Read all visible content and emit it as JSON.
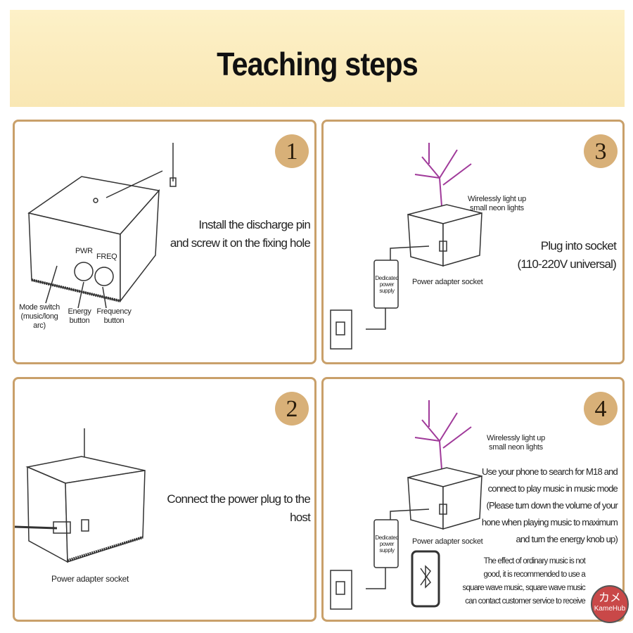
{
  "header": {
    "title": "Teaching steps"
  },
  "steps": [
    {
      "number": "1",
      "text_line1": "Install the discharge pin",
      "text_line2": "and screw it on the fixing hole",
      "labels": {
        "pwr": "PWR",
        "freq": "FREQ",
        "mode_switch": "Mode switch",
        "mode_switch_sub": "(music/long arc)",
        "energy": "Energy",
        "energy_sub": "button",
        "frequency": "Frequency",
        "frequency_sub": "button"
      }
    },
    {
      "number": "2",
      "text": "Connect the power plug to the host",
      "labels": {
        "socket": "Power adapter socket"
      }
    },
    {
      "number": "3",
      "text_line1": "Plug into socket",
      "text_line2": "(110-220V universal)",
      "labels": {
        "wireless1": "Wirelessly light up",
        "wireless2": "small neon lights",
        "supply1": "Dedicated",
        "supply2": "power",
        "supply3": "supply",
        "socket": "Power adapter socket"
      }
    },
    {
      "number": "4",
      "lines": [
        "Use your phone to search for M18 and",
        "connect to play music in music mode",
        "(Please turn down the volume of your",
        "hone when playing music to maximum",
        "and turn the energy knob up)"
      ],
      "note": [
        "The effect of ordinary music is not",
        "good, it is recommended to use a",
        "square wave music, square wave music",
        "can contact customer service to receive"
      ],
      "labels": {
        "wireless1": "Wirelessly light up",
        "wireless2": "small neon lights",
        "supply1": "Dedicated",
        "supply2": "power",
        "supply3": "supply",
        "socket": "Power adapter socket"
      }
    }
  ],
  "watermark": {
    "jp": "カメ",
    "brand": "KameHub"
  },
  "colors": {
    "border": "#c9a06a",
    "badge": "#d8b078",
    "header": "#fbecbf"
  }
}
